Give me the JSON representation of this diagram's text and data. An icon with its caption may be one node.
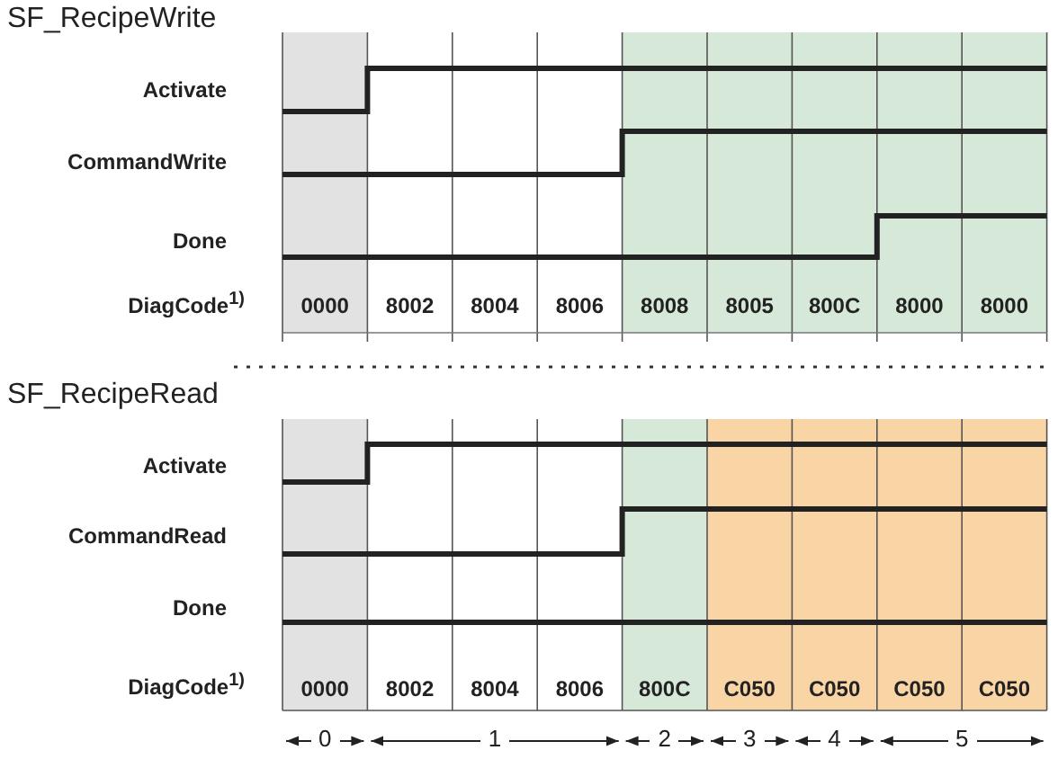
{
  "diagram": {
    "labels": [
      "SF_RecipeWrite",
      "Activate",
      "CommandWrite",
      "Done",
      "DiagCode$^{1)}$",
      "0000",
      "8002",
      "8004",
      "8006",
      "8008",
      "8005",
      "800C",
      "8000",
      "8000",
      "SF_RecipeRead",
      "Activate",
      "CommandRead",
      "Done",
      "DiagCode$^{1)}$",
      "0000",
      "8002",
      "8004",
      "8006",
      "800C",
      "C050",
      "C050",
      "C050",
      "C050",
      "0",
      "1",
      "2",
      "3",
      "4",
      "5"
    ]
  }
}
